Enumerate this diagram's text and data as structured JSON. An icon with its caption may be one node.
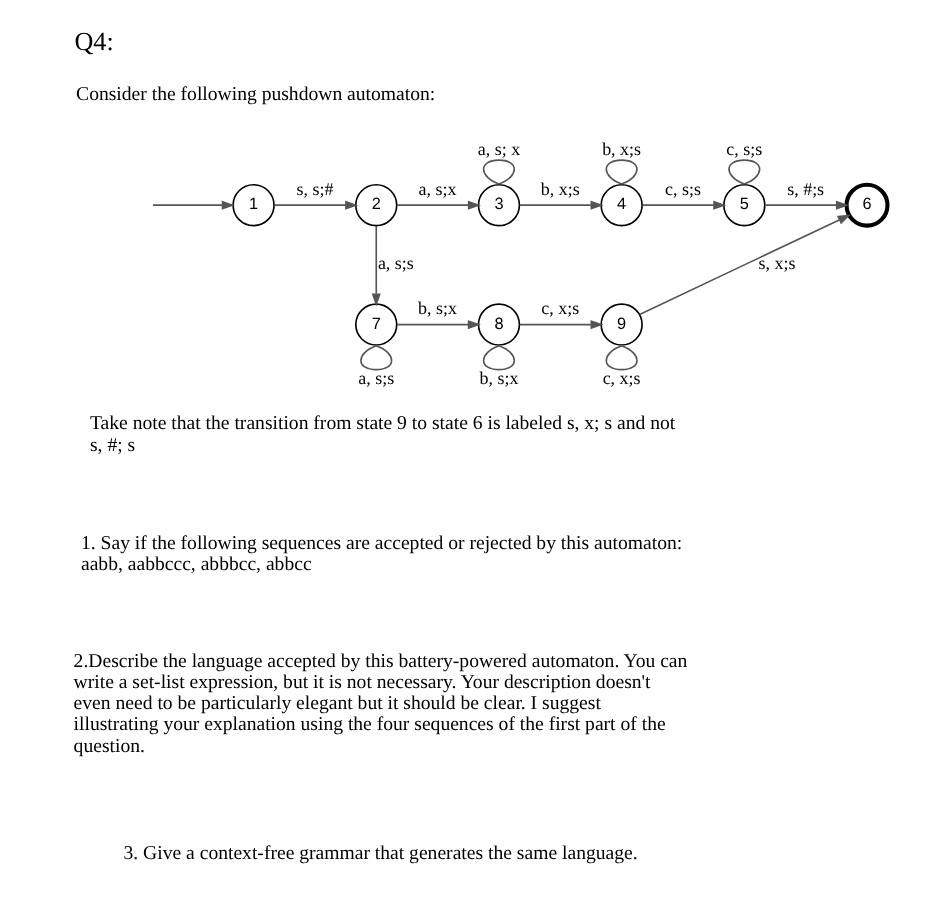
{
  "diagram": {
    "title": "Q4:",
    "nodes": [
      {
        "text": [
          "1"
        ]
      },
      {
        "text": [
          "2"
        ]
      },
      {
        "text": [
          "3"
        ]
      },
      {
        "text": [
          "4"
        ]
      },
      {
        "text": [
          "5"
        ]
      },
      {
        "text": [
          "6"
        ]
      },
      {
        "text": [
          "7"
        ]
      },
      {
        "text": [
          "8"
        ]
      },
      {
        "text": [
          "9"
        ]
      }
    ],
    "edges": [
      {
        "from": null,
        "to": 0,
        "arrow": "to"
      },
      {
        "from": 0,
        "to": 1,
        "arrow": "to",
        "label": "s, s;#"
      },
      {
        "from": 1,
        "to": 2,
        "arrow": "to",
        "label": "a, s;x"
      },
      {
        "from": 2,
        "to": 2,
        "arrow": "none",
        "label": "a, s; x"
      },
      {
        "from": 2,
        "to": 3,
        "arrow": "to",
        "label": "b, x;s"
      },
      {
        "from": 3,
        "to": 3,
        "arrow": "none",
        "label": "b, x;s"
      },
      {
        "from": 3,
        "to": 4,
        "arrow": "to",
        "label": "c, s;s"
      },
      {
        "from": 4,
        "to": 4,
        "arrow": "none",
        "label": "c, s;s"
      },
      {
        "from": 4,
        "to": 5,
        "arrow": "to",
        "label": "s, #;s"
      },
      {
        "from": 1,
        "to": 6,
        "arrow": "to",
        "label": "a, s;s"
      },
      {
        "from": 6,
        "to": 6,
        "arrow": "none",
        "label": "a, s;s"
      },
      {
        "from": 6,
        "to": 7,
        "arrow": "to",
        "label": "b, s;x"
      },
      {
        "from": 7,
        "to": 7,
        "arrow": "none",
        "label": "b, s;x"
      },
      {
        "from": 7,
        "to": 8,
        "arrow": "to",
        "label": "c, x;s"
      },
      {
        "from": 8,
        "to": 8,
        "arrow": "none",
        "label": "c, x;s"
      },
      {
        "from": 8,
        "to": 5,
        "arrow": "to",
        "label": "s, x;s"
      }
    ],
    "labels": [
      "Consider the following pushdown automaton:",
      "Take note that the transition from state 9 to state 6 is labeled s, x; s and not s, #; s",
      "1. Say if the following sequences are accepted or rejected by this automaton: aabb, aabbccc, abbbcc, abbcc",
      "2.Describe the language accepted by this battery-powered automaton. You can write a set-list expression, but it is not necessary. Your description doesn't even need to be particularly elegant but it should be clear. I suggest illustrating your explanation using the four sequences of the first part of the question.",
      "3. Give a context-free grammar that generates the same language."
    ]
  }
}
